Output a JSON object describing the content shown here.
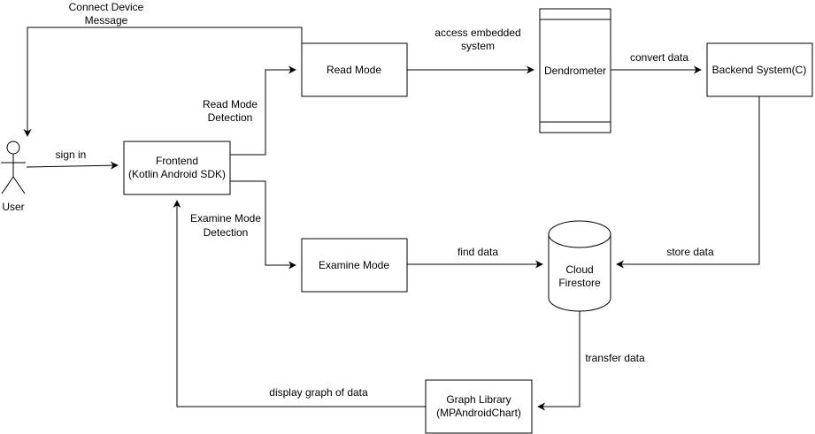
{
  "actor": {
    "label": "User"
  },
  "nodes": {
    "frontend": [
      "Frontend",
      "(Kotlin Android SDK)"
    ],
    "read_mode": "Read Mode",
    "examine_mode": "Examine Mode",
    "dendrometer": "Dendrometer",
    "backend": "Backend System(C)",
    "firestore": [
      "Cloud",
      "Firestore"
    ],
    "graph_library": [
      "Graph Library",
      "(MPAndroidChart)"
    ]
  },
  "edges": {
    "connect_device": [
      "Connect Device",
      "Message"
    ],
    "sign_in": "sign in",
    "read_mode_detection": [
      "Read Mode",
      "Detection"
    ],
    "examine_mode_detection": [
      "Examine Mode",
      "Detection"
    ],
    "access_embedded": [
      "access embedded",
      "system"
    ],
    "convert_data": "convert data",
    "store_data": "store data",
    "find_data": "find data",
    "transfer_data": "transfer data",
    "display_graph": "display graph of data"
  }
}
